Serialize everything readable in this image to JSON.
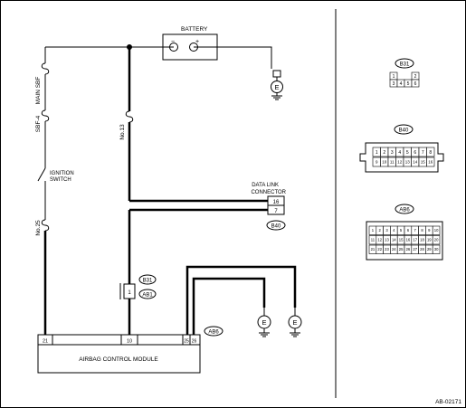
{
  "battery": {
    "label": "BATTERY",
    "minus": "−",
    "plus": "+"
  },
  "fuses": {
    "main_sbf": "MAIN SBF",
    "sbf4": "SBF-4",
    "no25": "No.25",
    "no13": "No.13"
  },
  "ignition_switch": {
    "line1": "IGNITION",
    "line2": "SWITCH"
  },
  "ground_label": "E",
  "data_link": {
    "line1": "DATA LINK",
    "line2": "CONNECTOR",
    "pin_top": "16",
    "pin_bottom": "7",
    "connector_id": "B40"
  },
  "b31_tag": "B31",
  "ab1_tag": "AB1",
  "inline_pin": "1",
  "module": {
    "name": "AIRBAG CONTROL MODULE",
    "connector_id": "AB6",
    "pins": [
      "21",
      "10",
      "25",
      "26"
    ]
  },
  "connector_views": {
    "b31": {
      "id": "B31",
      "top_pins": [
        "1",
        "2"
      ],
      "bottom_pins": [
        "3",
        "4",
        "5",
        "6"
      ]
    },
    "b40": {
      "id": "B40",
      "row1": [
        "1",
        "2",
        "3",
        "4",
        "5",
        "6",
        "7",
        "8"
      ],
      "row2": [
        "9",
        "10",
        "11",
        "12",
        "13",
        "14",
        "15",
        "16"
      ]
    },
    "ab6": {
      "id": "AB6",
      "row1": [
        "1",
        "2",
        "3",
        "4",
        "5",
        "6",
        "7",
        "8",
        "9",
        "10"
      ],
      "row2": [
        "11",
        "12",
        "13",
        "14",
        "15",
        "16",
        "17",
        "18",
        "19",
        "20"
      ],
      "row3": [
        "21",
        "22",
        "23",
        "24",
        "25",
        "26",
        "27",
        "28",
        "29",
        "30"
      ]
    }
  },
  "figure_code": "AB-02171"
}
